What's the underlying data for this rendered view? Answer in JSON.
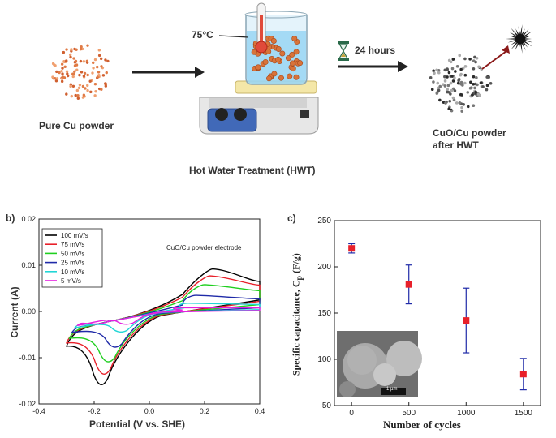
{
  "schematic": {
    "pure_label": "Pure Cu powder",
    "temperature": "75°C",
    "duration": "24 hours",
    "product_label_line1": "CuO/Cu powder",
    "product_label_line2": "after HWT",
    "process_label": "Hot Water Treatment (HWT)"
  },
  "chart_data": [
    {
      "type": "line",
      "panel": "b)",
      "annotation": "CuO/Cu powder electrode",
      "xlabel": "Potential (V vs. SHE)",
      "ylabel": "Current (A)",
      "xlim": [
        -0.4,
        0.4
      ],
      "ylim": [
        -0.02,
        0.02
      ],
      "xticks": [
        "-0.4",
        "-0.2",
        "0.0",
        "0.2",
        "0.4"
      ],
      "yticks": [
        "-0.02",
        "-0.01",
        "0.00",
        "0.01",
        "0.02"
      ],
      "legend_position": "top-left",
      "series": [
        {
          "name": "100 mV/s",
          "color": "#000000",
          "cathodic_peak": [
            -0.17,
            -0.016
          ],
          "anodic_peak": [
            0.23,
            0.0092
          ],
          "start": [
            -0.3,
            -0.0075
          ],
          "end_top": 0.0065,
          "end_bottom": 0.0025,
          "min_x": -0.3
        },
        {
          "name": "75 mV/s",
          "color": "#e8202a",
          "cathodic_peak": [
            -0.16,
            -0.0137
          ],
          "anodic_peak": [
            0.22,
            0.0077
          ],
          "start": [
            -0.3,
            -0.0068
          ],
          "end_top": 0.0057,
          "end_bottom": 0.0022,
          "min_x": -0.3
        },
        {
          "name": "50 mV/s",
          "color": "#1fcf1f",
          "cathodic_peak": [
            -0.145,
            -0.011
          ],
          "anodic_peak": [
            0.2,
            0.0058
          ],
          "start": [
            -0.29,
            -0.0058
          ],
          "end_top": 0.0045,
          "end_bottom": 0.0015,
          "min_x": -0.29
        },
        {
          "name": "25 mV/s",
          "color": "#1f2aa8",
          "cathodic_peak": [
            -0.12,
            -0.0078
          ],
          "anodic_peak": [
            0.17,
            0.0035
          ],
          "start": [
            -0.28,
            -0.0045
          ],
          "end_top": 0.0027,
          "end_bottom": 0.0008,
          "min_x": -0.28
        },
        {
          "name": "10 mV/s",
          "color": "#22d6d6",
          "cathodic_peak": [
            -0.1,
            -0.0045
          ],
          "anodic_peak": [
            0.14,
            0.0018
          ],
          "start": [
            -0.27,
            -0.0035
          ],
          "end_top": 0.0015,
          "end_bottom": 0.0004,
          "min_x": -0.27
        },
        {
          "name": "5 mV/s",
          "color": "#e51ee0",
          "cathodic_peak": [
            -0.08,
            -0.0028
          ],
          "anodic_peak": [
            0.11,
            0.0008
          ],
          "start": [
            -0.26,
            -0.003
          ],
          "end_top": 0.0008,
          "end_bottom": 0.0002,
          "min_x": -0.26
        }
      ]
    },
    {
      "type": "scatter",
      "panel": "c)",
      "xlabel": "Number of cycles",
      "ylabel": "Specific capacitance, C",
      "ylabel_sub": "p",
      "ylabel_unit": "(F/g)",
      "xlim": [
        -150,
        1650
      ],
      "ylim": [
        50,
        250
      ],
      "xticks": [
        "0",
        "500",
        "1000",
        "1500"
      ],
      "yticks": [
        "50",
        "100",
        "150",
        "200",
        "250"
      ],
      "marker_color": "#e8202a",
      "errorbar_color": "#1f2aa8",
      "x": [
        0,
        500,
        1000,
        1500
      ],
      "y": [
        220,
        181,
        142,
        84
      ],
      "yerr": [
        5,
        21,
        35,
        17
      ],
      "inset_scalebar": "1 µm"
    }
  ]
}
